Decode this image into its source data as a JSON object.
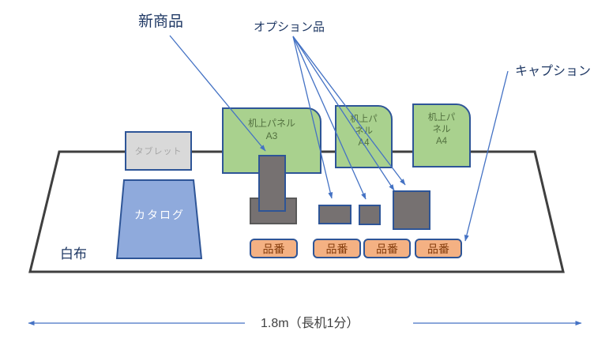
{
  "diagram": {
    "title_context": "table display layout",
    "annotations": {
      "new_product": "新商品",
      "option_items": "オプション品",
      "caption": "キャプション",
      "white_cloth": "白布",
      "dimension": "1.8m（長机1分）"
    },
    "shapes": {
      "tablet": "タブレット",
      "catalog": "カタログ",
      "panel_a3": "机上パネル\nA3",
      "panel_a4_1": "机上パ\nネル\nA4",
      "panel_a4_2": "机上パ\nネル\nA4",
      "captions": [
        "品番",
        "品番",
        "品番",
        "品番"
      ]
    },
    "colors": {
      "panel_green": "#A9D18E",
      "shape_border_blue": "#2E5597",
      "stand_gray": "#767171",
      "stand_base_border": "#595959",
      "tablet_gray": "#D9D9D9",
      "tablet_text": "#A6A6A6",
      "catalog_blue": "#8FAADC",
      "caption_fill_orange": "#F4B183",
      "caption_text_brown": "#843C0C",
      "arrow_blue": "#4472C4",
      "label_navy": "#1F3864",
      "panel_text_green": "#52703F",
      "table_outline": "#3F3F3F",
      "dimension_text": "#404040"
    }
  }
}
